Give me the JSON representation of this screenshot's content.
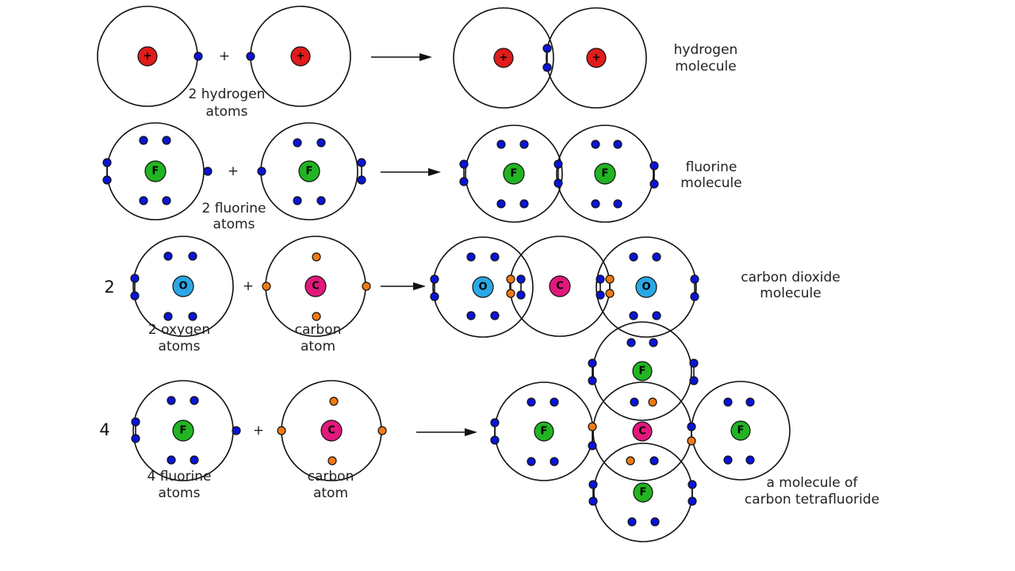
{
  "colors": {
    "electron": "#0a14d6",
    "carbon_electron": "#f07a14",
    "hydrogen_nucleus": "#e01c1c",
    "fluorine_nucleus": "#22b422",
    "oxygen_nucleus": "#2aa8e6",
    "carbon_nucleus": "#e2187c",
    "orbit": "#111111"
  },
  "symbols": {
    "hydrogen": "+",
    "fluorine": "F",
    "oxygen": "O",
    "carbon": "C"
  },
  "operators": {
    "plus": "+"
  },
  "rows": [
    {
      "id": "hydrogen",
      "coefficient": "",
      "reactant_labels": [
        [
          "2 hydrogen",
          "atoms"
        ]
      ],
      "product_label": [
        "hydrogen",
        "molecule"
      ]
    },
    {
      "id": "fluorine",
      "coefficient": "",
      "reactant_labels": [
        [
          "2 fluorine",
          "atoms"
        ]
      ],
      "product_label": [
        "fluorine",
        "molecule"
      ]
    },
    {
      "id": "carbon-dioxide",
      "coefficient": "2",
      "reactant_labels": [
        [
          "2 oxygen",
          "atoms"
        ],
        [
          "carbon",
          "atom"
        ]
      ],
      "product_label": [
        "carbon dioxide",
        "molecule"
      ]
    },
    {
      "id": "carbon-tetrafluoride",
      "coefficient": "4",
      "reactant_labels": [
        [
          "4 fluorine",
          "atoms"
        ],
        [
          "carbon",
          "atom"
        ]
      ],
      "product_label": [
        "a molecule of",
        "carbon tetrafluoride"
      ]
    }
  ]
}
